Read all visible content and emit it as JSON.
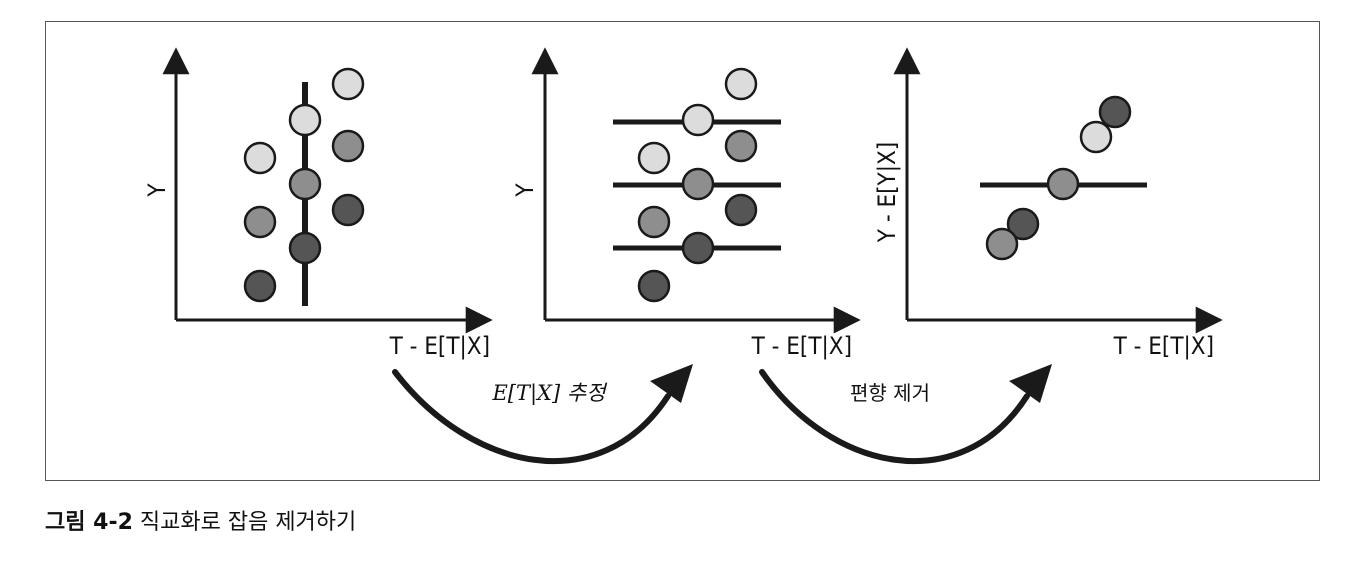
{
  "caption": {
    "number": "그림 4-2",
    "text": "직교화로 잡음 제거하기"
  },
  "colors": {
    "light": "#dcdcdc",
    "mid": "#8e8e8e",
    "dark": "#555555",
    "line": "#1a1a1a"
  },
  "panels": [
    {
      "ylabel": "Y",
      "xlabel": "T - E[T|X]"
    },
    {
      "ylabel": "Y",
      "xlabel": "T - E[T|X]"
    },
    {
      "ylabel": "Y - E[Y|X]",
      "xlabel": "T - E[T|X]"
    }
  ],
  "steps": [
    {
      "label": "E[T|X] 추정"
    },
    {
      "label": "편향 제거"
    }
  ]
}
